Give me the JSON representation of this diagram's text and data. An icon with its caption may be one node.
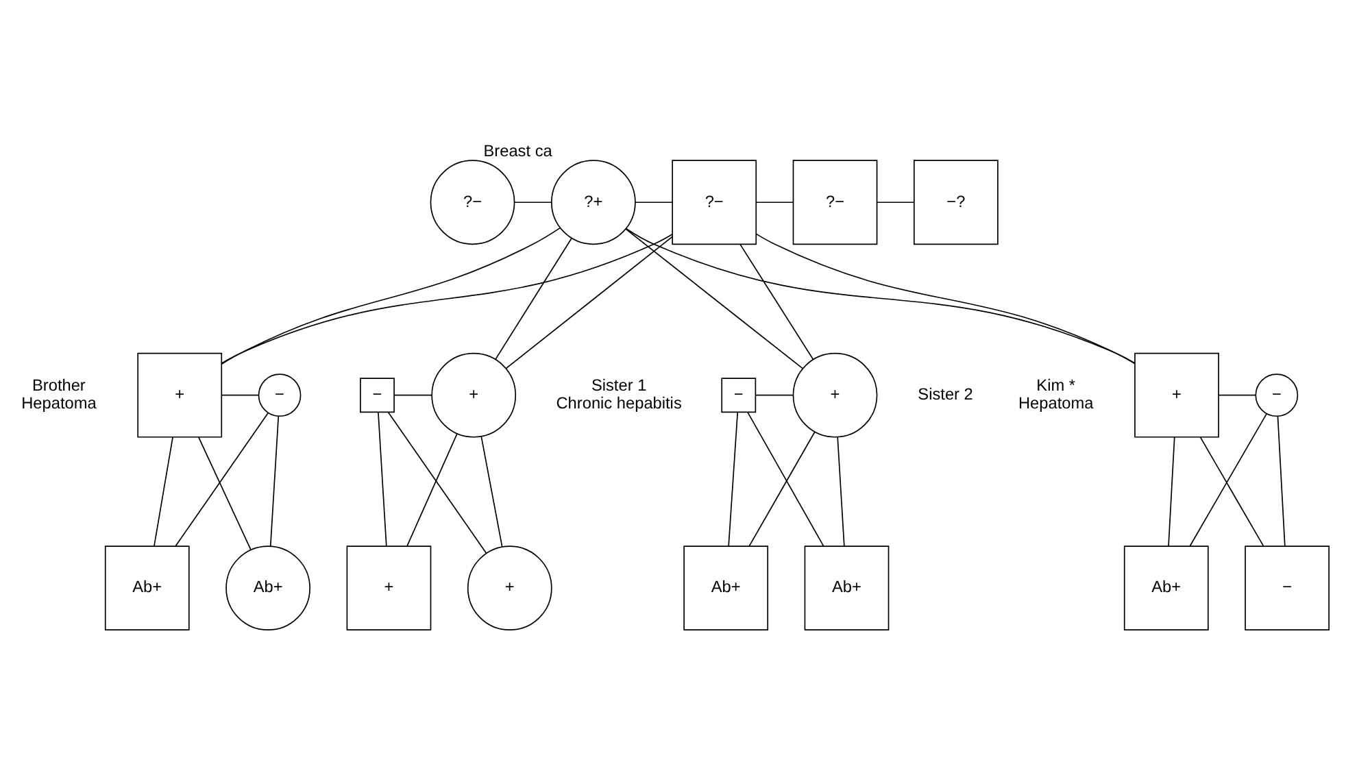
{
  "diagram": {
    "nodes": [
      {
        "text": [
          "?−"
        ]
      },
      {
        "text": [
          "?+"
        ],
        "beside": [
          "Breast ca"
        ]
      },
      {
        "text": [
          "?−"
        ]
      },
      {
        "text": [
          "?−"
        ]
      },
      {
        "text": [
          "−?"
        ]
      },
      {
        "text": [
          "+"
        ],
        "beside": [
          "Kim *",
          "Hepatoma"
        ]
      },
      {
        "text": [
          "−"
        ]
      },
      {
        "text": [
          "+"
        ],
        "beside": [
          "Brother",
          "Hepatoma"
        ]
      },
      {
        "text": [
          "−"
        ]
      },
      {
        "text": [
          "−"
        ]
      },
      {
        "text": [
          "+"
        ],
        "beside": [
          "Sister 1",
          "Chronic hepabitis"
        ]
      },
      {
        "text": [
          "−"
        ]
      },
      {
        "text": [
          "+"
        ],
        "beside": [
          "Sister 2"
        ]
      },
      {
        "text": [
          "Ab+"
        ]
      },
      {
        "text": [
          "−"
        ]
      },
      {
        "text": [
          "Ab+"
        ]
      },
      {
        "text": [
          "Ab+"
        ]
      },
      {
        "text": [
          "+"
        ]
      },
      {
        "text": [
          "+"
        ]
      },
      {
        "text": [
          "Ab+"
        ]
      },
      {
        "text": [
          "Ab+"
        ]
      }
    ],
    "edges": [
      {
        "from": 0,
        "to": 1,
        "arrow": "none"
      },
      {
        "from": 2,
        "to": 3,
        "arrow": "none"
      },
      {
        "from": 3,
        "to": 4,
        "arrow": "none"
      },
      {
        "from": 1,
        "to": 2,
        "arrow": "none"
      },
      {
        "from": 1,
        "to": 5,
        "arrow": "none"
      },
      {
        "from": 2,
        "to": 5,
        "arrow": "none"
      },
      {
        "from": 1,
        "to": 7,
        "arrow": "none"
      },
      {
        "from": 2,
        "to": 7,
        "arrow": "none"
      },
      {
        "from": 1,
        "to": 10,
        "arrow": "none"
      },
      {
        "from": 2,
        "to": 10,
        "arrow": "none"
      },
      {
        "from": 1,
        "to": 12,
        "arrow": "none"
      },
      {
        "from": 2,
        "to": 12,
        "arrow": "none"
      },
      {
        "from": 5,
        "to": 6,
        "arrow": "none"
      },
      {
        "from": 7,
        "to": 8,
        "arrow": "none"
      },
      {
        "from": 9,
        "to": 10,
        "arrow": "none"
      },
      {
        "from": 11,
        "to": 12,
        "arrow": "none"
      },
      {
        "from": 5,
        "to": 13,
        "arrow": "none"
      },
      {
        "from": 6,
        "to": 13,
        "arrow": "none"
      },
      {
        "from": 5,
        "to": 14,
        "arrow": "none"
      },
      {
        "from": 6,
        "to": 14,
        "arrow": "none"
      },
      {
        "from": 7,
        "to": 15,
        "arrow": "none"
      },
      {
        "from": 8,
        "to": 15,
        "arrow": "none"
      },
      {
        "from": 7,
        "to": 16,
        "arrow": "none"
      },
      {
        "from": 8,
        "to": 16,
        "arrow": "none"
      },
      {
        "from": 9,
        "to": 17,
        "arrow": "none"
      },
      {
        "from": 10,
        "to": 17,
        "arrow": "none"
      },
      {
        "from": 9,
        "to": 18,
        "arrow": "none"
      },
      {
        "from": 10,
        "to": 18,
        "arrow": "none"
      },
      {
        "from": 11,
        "to": 19,
        "arrow": "none"
      },
      {
        "from": 12,
        "to": 19,
        "arrow": "none"
      },
      {
        "from": 11,
        "to": 20,
        "arrow": "none"
      },
      {
        "from": 12,
        "to": 20,
        "arrow": "none"
      }
    ]
  }
}
